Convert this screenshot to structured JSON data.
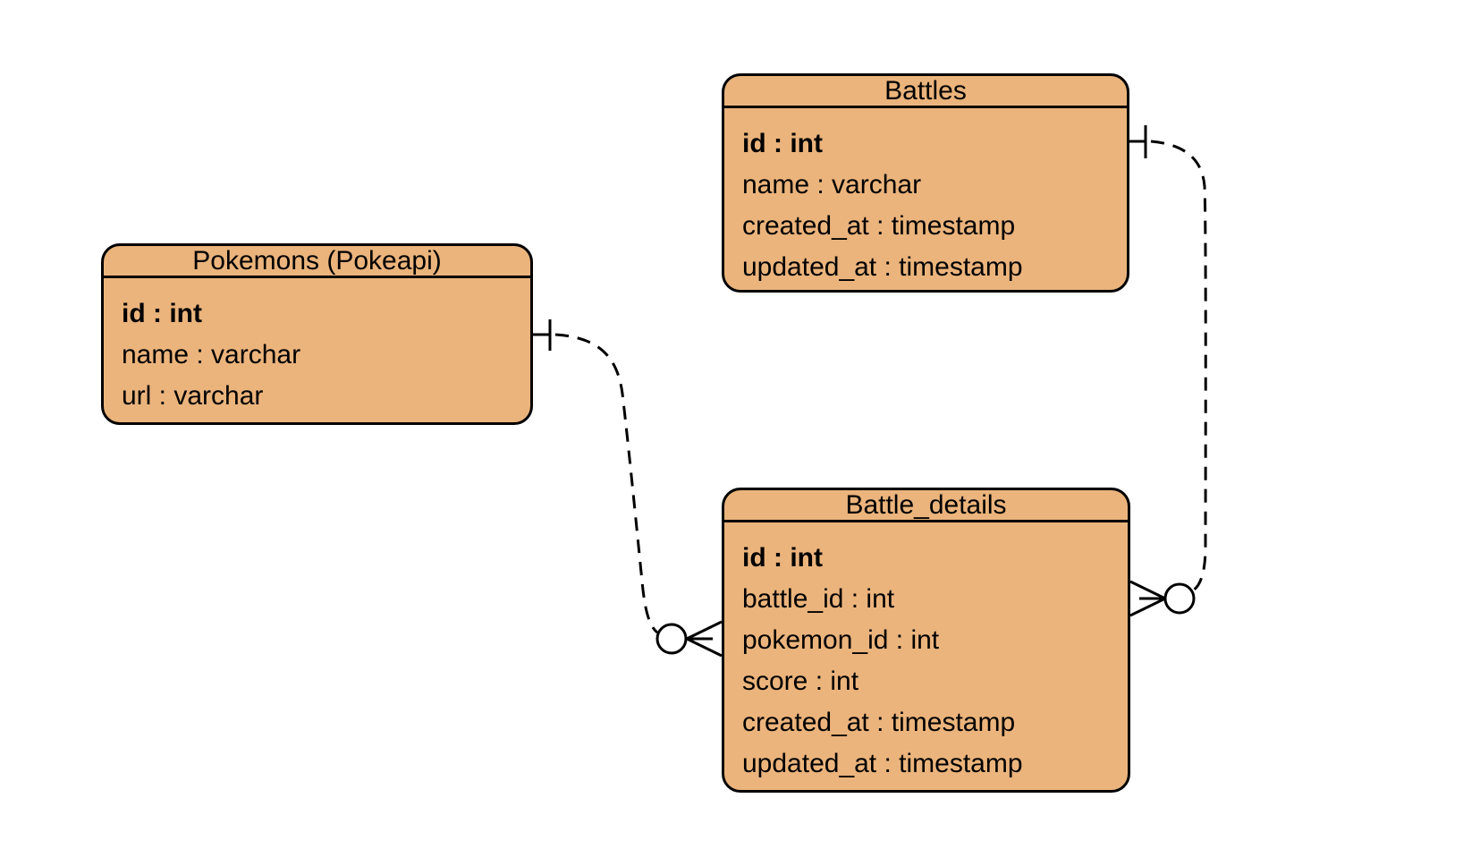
{
  "diagram": {
    "type": "entity-relationship",
    "colors": {
      "canvas-bg": "#ffffff",
      "entity-fill": "#EBB47C",
      "entity-border": "#000000",
      "line": "#000000",
      "text": "#000000"
    },
    "entities": [
      {
        "id": "pokemons",
        "title": "Pokemons (Pokeapi)",
        "fields": [
          {
            "label": "id : int",
            "primary_key": true
          },
          {
            "label": "name : varchar",
            "primary_key": false
          },
          {
            "label": "url : varchar",
            "primary_key": false
          }
        ]
      },
      {
        "id": "battles",
        "title": "Battles",
        "fields": [
          {
            "label": "id : int",
            "primary_key": true
          },
          {
            "label": "name : varchar",
            "primary_key": false
          },
          {
            "label": "created_at : timestamp",
            "primary_key": false
          },
          {
            "label": "updated_at : timestamp",
            "primary_key": false
          }
        ]
      },
      {
        "id": "battle_details",
        "title": "Battle_details",
        "fields": [
          {
            "label": "id : int",
            "primary_key": true
          },
          {
            "label": "battle_id : int",
            "primary_key": false
          },
          {
            "label": "pokemon_id : int",
            "primary_key": false
          },
          {
            "label": "score : int",
            "primary_key": false
          },
          {
            "label": "created_at : timestamp",
            "primary_key": false
          },
          {
            "label": "updated_at : timestamp",
            "primary_key": false
          }
        ]
      }
    ],
    "relationships": [
      {
        "from": "Pokemons (Pokeapi)",
        "to": "Battle_details",
        "from_cardinality": "exactly-one",
        "to_cardinality": "zero-or-many",
        "line_style": "dashed"
      },
      {
        "from": "Battles",
        "to": "Battle_details",
        "from_cardinality": "exactly-one",
        "to_cardinality": "zero-or-many",
        "line_style": "dashed"
      }
    ]
  }
}
